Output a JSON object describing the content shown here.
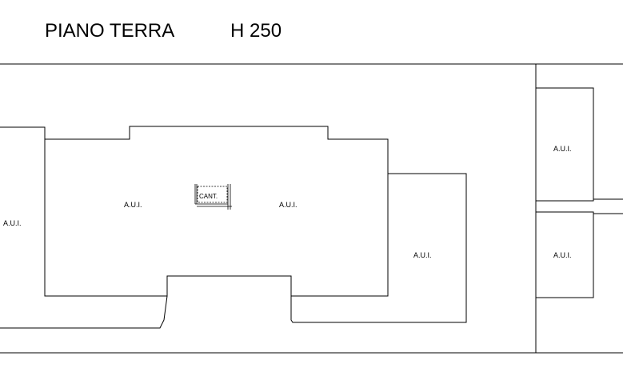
{
  "drawing": {
    "title_floor": "PIANO TERRA",
    "title_height": "H 250"
  },
  "rooms": {
    "left_edge": "A.U.I.",
    "main_left": "A.U.I.",
    "main_right": "A.U.I.",
    "cellar": "CANT.",
    "extension": "A.U.I.",
    "right_top": "A.U.I.",
    "right_bottom": "A.U.I."
  }
}
